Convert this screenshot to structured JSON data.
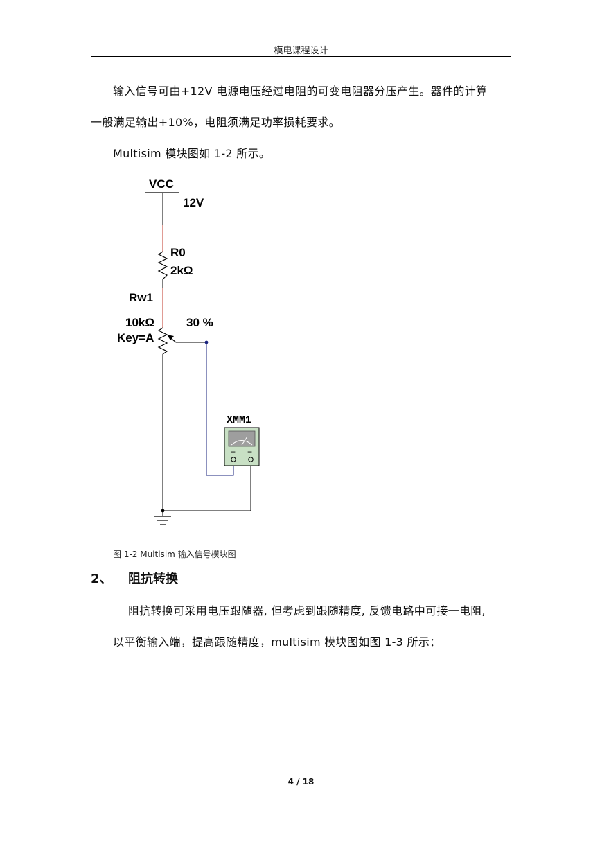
{
  "header": {
    "title": "模电课程设计"
  },
  "body": {
    "para1_line1": "输入信号可由+12V 电源电压经过电阻的可变电阻器分压产生。器件的计算",
    "para1_line2": "一般满足输出+10%，电阻须满足功率损耗要求。",
    "para2": "Multisim 模块图如 1-2 所示。",
    "figure_caption": "图 1-2 Multisim 输入信号模块图",
    "section_number": "2、",
    "section_title": "阻抗转换",
    "para3_line1": "阻抗转换可采用电压跟随器, 但考虑到跟随精度, 反馈电路中可接一电阻,",
    "para3_line2": "以平衡输入端，提高跟随精度，multisim 模块图如图 1-3 所示："
  },
  "circuit": {
    "vcc_label": "VCC",
    "vcc_value": "12V",
    "r0_label": "R0",
    "r0_value": "2kΩ",
    "rw1_label": "Rw1",
    "rw1_value": "10kΩ",
    "rw1_percent": "30 %",
    "rw1_key": "Key=A",
    "meter_label": "XMM1",
    "meter_plus": "+",
    "meter_minus": "−",
    "colors": {
      "red_wire": "#c0392b",
      "blue_wire": "#1a237e",
      "black_wire": "#000000",
      "meter_body": "#c8e0c4"
    }
  },
  "footer": {
    "page_number": "4 / 18"
  }
}
